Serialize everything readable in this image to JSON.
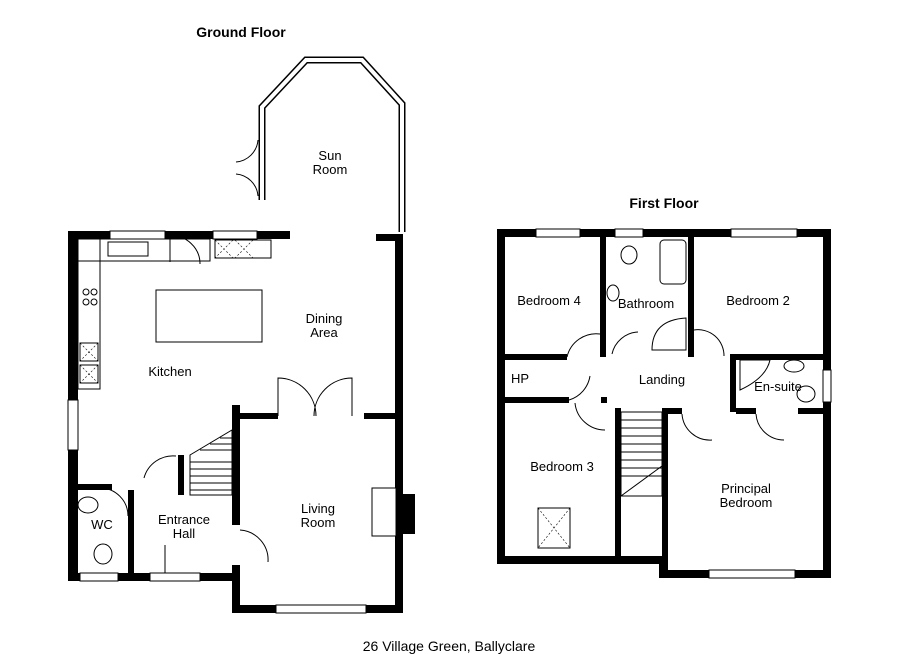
{
  "ground_floor": {
    "title": "Ground Floor",
    "rooms": {
      "sun_room": "Sun Room",
      "dining_area": "Dining Area",
      "kitchen": "Kitchen",
      "living_room": "Living Room",
      "entrance_hall": "Entrance Hall",
      "wc": "WC"
    }
  },
  "first_floor": {
    "title": "First Floor",
    "rooms": {
      "bedroom_4": "Bedroom 4",
      "bathroom": "Bathroom",
      "bedroom_2": "Bedroom 2",
      "hp": "HP",
      "landing": "Landing",
      "en_suite": "En-suite",
      "bedroom_3": "Bedroom 3",
      "principal_bedroom": "Principal Bedroom"
    }
  },
  "address": "26 Village Green, Ballyclare"
}
